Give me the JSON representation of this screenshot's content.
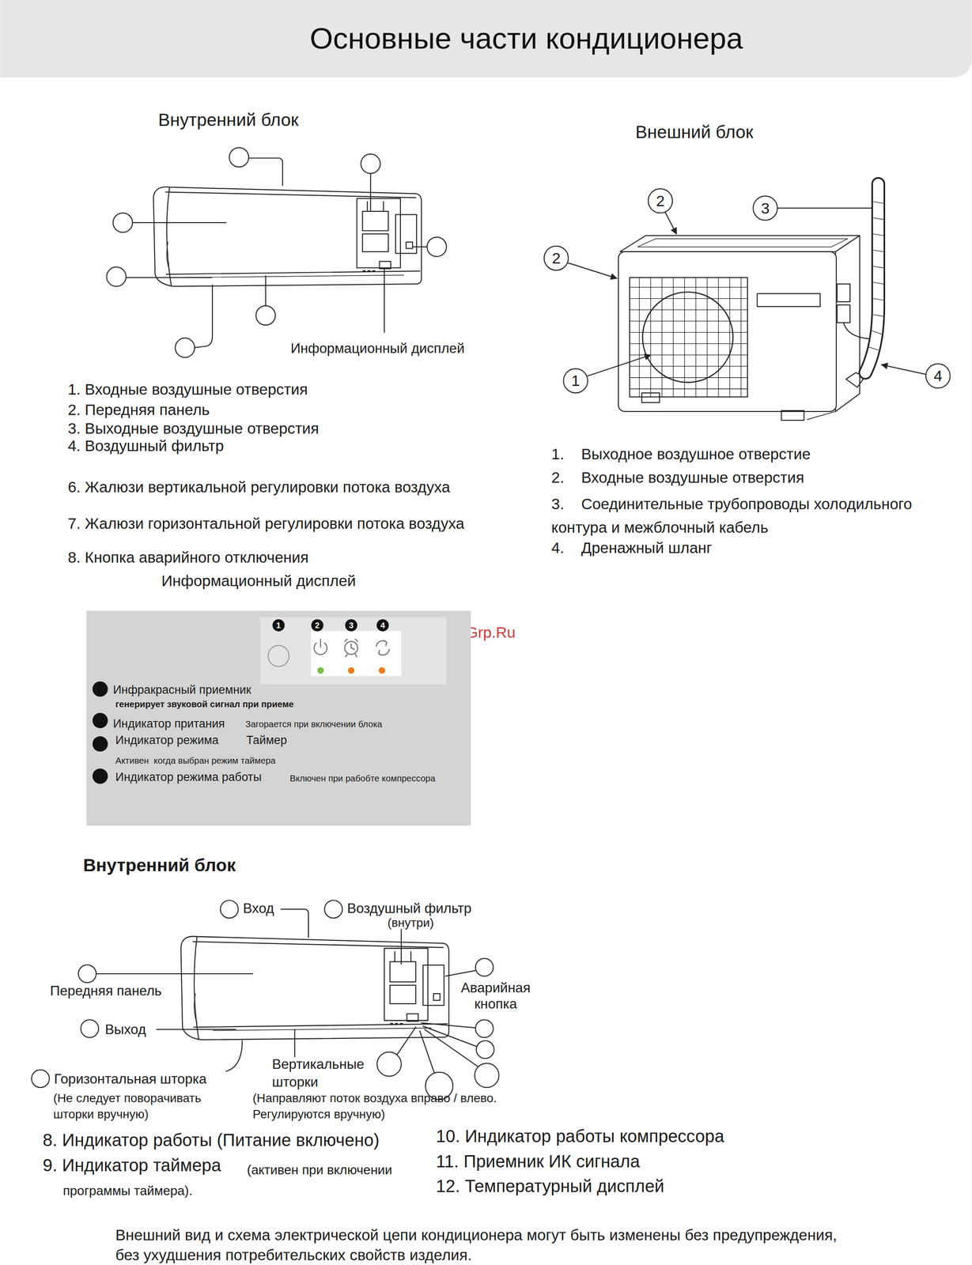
{
  "diagram": {
    "title": "Основные части кондиционера",
    "caption": "Внешний вид и схема электрической цепи кондиционера могут быть изменены без предупреждения, без ухудшения потребительских свойств изделия.",
    "nodes": [
      {
        "text": [
          "1",
          "2",
          "3",
          "4",
          "Инфракрасный приемник",
          "генерирует звуковой сигнал при приеме",
          "Индикатор притания",
          "Загорается при включении блока",
          "Индикатор режима",
          "Таймер",
          "Активен  когда выбран режим таймера",
          "Индикатор режима работы",
          "Включен при рабобте компрессора"
        ]
      }
    ],
    "labels": [
      "Внутренний блок",
      "Информационный дисплей",
      "1. Входные воздушные отверстия",
      "2. Передняя панель",
      "3. Выходные воздушные отверстия",
      "4. Воздушный фильтр",
      "6. Жалюзи вертикальной регулировки потока воздуха",
      "7. Жалюзи горизонтальной регулировки потока воздуха",
      "8. Кнопка аварийного отключения",
      "Информационный дисплей",
      "Внешний блок",
      "2",
      "3",
      "2",
      "1",
      "4",
      "1.    Выходное воздушное отверстие",
      "2.    Входные воздушные отверстия",
      "3.    Соединительные трубопроводы холодильного контура и межблочный кабель",
      "4.    Дренажный шланг",
      "McGrp.Ru",
      "Внутренний блок",
      "Вход",
      "Воздушный фильтр",
      "(внутри)",
      "Передняя панель",
      "Аварийная кнопка",
      "Выход",
      "Горизонтальная шторка",
      "(Не следует поворачивать шторки вручную)",
      "Вертикальные шторки",
      "(Направляют поток воздуха вправо / влево. Регулируются вручную)",
      "8. Индикатор работы (Питание включено)",
      "9. Индикатор таймера",
      "(активен при включении программы таймера).",
      "10. Индикатор работы компрессора",
      "11. Приемник ИК сигнала",
      "12. Температурный дисплей"
    ]
  }
}
